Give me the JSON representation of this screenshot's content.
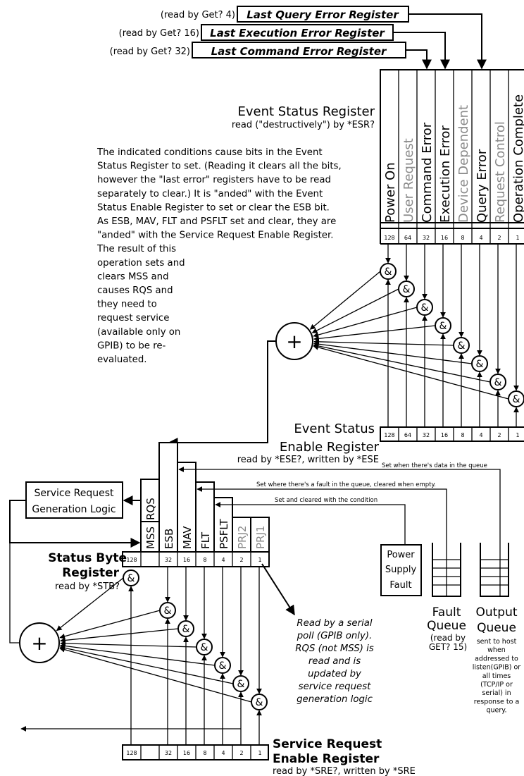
{
  "error_registers": [
    {
      "read_note": "(read by Get? 4)",
      "label": "Last Query Error Register"
    },
    {
      "read_note": "(read by Get? 16)",
      "label": "Last Execution Error Register"
    },
    {
      "read_note": "(read by Get? 32)",
      "label": "Last Command Error Register"
    }
  ],
  "esr": {
    "title": "Event Status Register",
    "subtitle": "read (\"destructively\") by *ESR?",
    "bits": [
      "Power On",
      "User Request",
      "Command Error",
      "Execution Error",
      "Device Dependent",
      "Query Error",
      "Request Control",
      "Operation Complete"
    ],
    "weights": [
      "128",
      "64",
      "32",
      "16",
      "8",
      "4",
      "2",
      "1"
    ]
  },
  "description_lines": [
    "The indicated conditions cause bits in the Event",
    "Status Register to set. (Reading it clears all the bits,",
    "however the \"last error\" registers have to be read",
    "separately to clear.) It is \"anded\" with the Event",
    "Status Enable Register to set or clear the ESB bit.",
    "As ESB, MAV, FLT and PSFLT set and clear, they are",
    "\"anded\" with the Service Request Enable Register.",
    "The result of this",
    "operation sets and",
    "clears MSS and",
    "causes RQS and",
    "they need to",
    "request service",
    "(available only on",
    "GPIB) to be re-",
    "evaluated."
  ],
  "ese": {
    "title_line1": "Event Status",
    "title_line2": "Enable Register",
    "subtitle": "read by *ESE?, written by *ESE",
    "weights": [
      "128",
      "64",
      "32",
      "16",
      "8",
      "4",
      "2",
      "1"
    ]
  },
  "srq_logic": {
    "line1": "Service Request",
    "line2": "Generation Logic"
  },
  "queue_notes": {
    "output": "Set when there's data in the queue",
    "fault": "Set where there's a fault in the queue, cleared when empty.",
    "psfault": "Set and cleared with the condition"
  },
  "status_byte": {
    "title_line1": "Status Byte",
    "title_line2": "Register",
    "subtitle": "read by *STB?",
    "rqs": "RQS",
    "bits": [
      "MSS",
      "ESB",
      "MAV",
      "FLT",
      "PSFLT",
      "PRJ2",
      "PRJ1"
    ],
    "weights": [
      "128",
      "",
      "32",
      "16",
      "8",
      "4",
      "2",
      "1"
    ]
  },
  "power_supply_fault": [
    "Power",
    "Supply",
    "Fault"
  ],
  "fault_queue": {
    "line1": "Fault",
    "line2": "Queue",
    "line3": "(read by",
    "line4": "GET? 15)"
  },
  "output_queue": {
    "line1": "Output",
    "line2": "Queue",
    "note_lines": [
      "sent to host",
      "when",
      "addressed to",
      "listen(GPIB) or",
      "all times",
      "(TCP/IP or",
      "serial) in",
      "response to a",
      "query."
    ]
  },
  "serial_poll_note": [
    "Read by a serial",
    "poll (GPIB only).",
    "RQS (not MSS) is",
    "read and is",
    "updated by",
    "service request",
    "generation logic"
  ],
  "sre": {
    "title_line1": "Service Request",
    "title_line2": "Enable Register",
    "subtitle": "read by *SRE?, written by *SRE",
    "weights": [
      "128",
      "",
      "32",
      "16",
      "8",
      "4",
      "2",
      "1"
    ]
  },
  "symbols": {
    "and": "&",
    "or": "+"
  }
}
